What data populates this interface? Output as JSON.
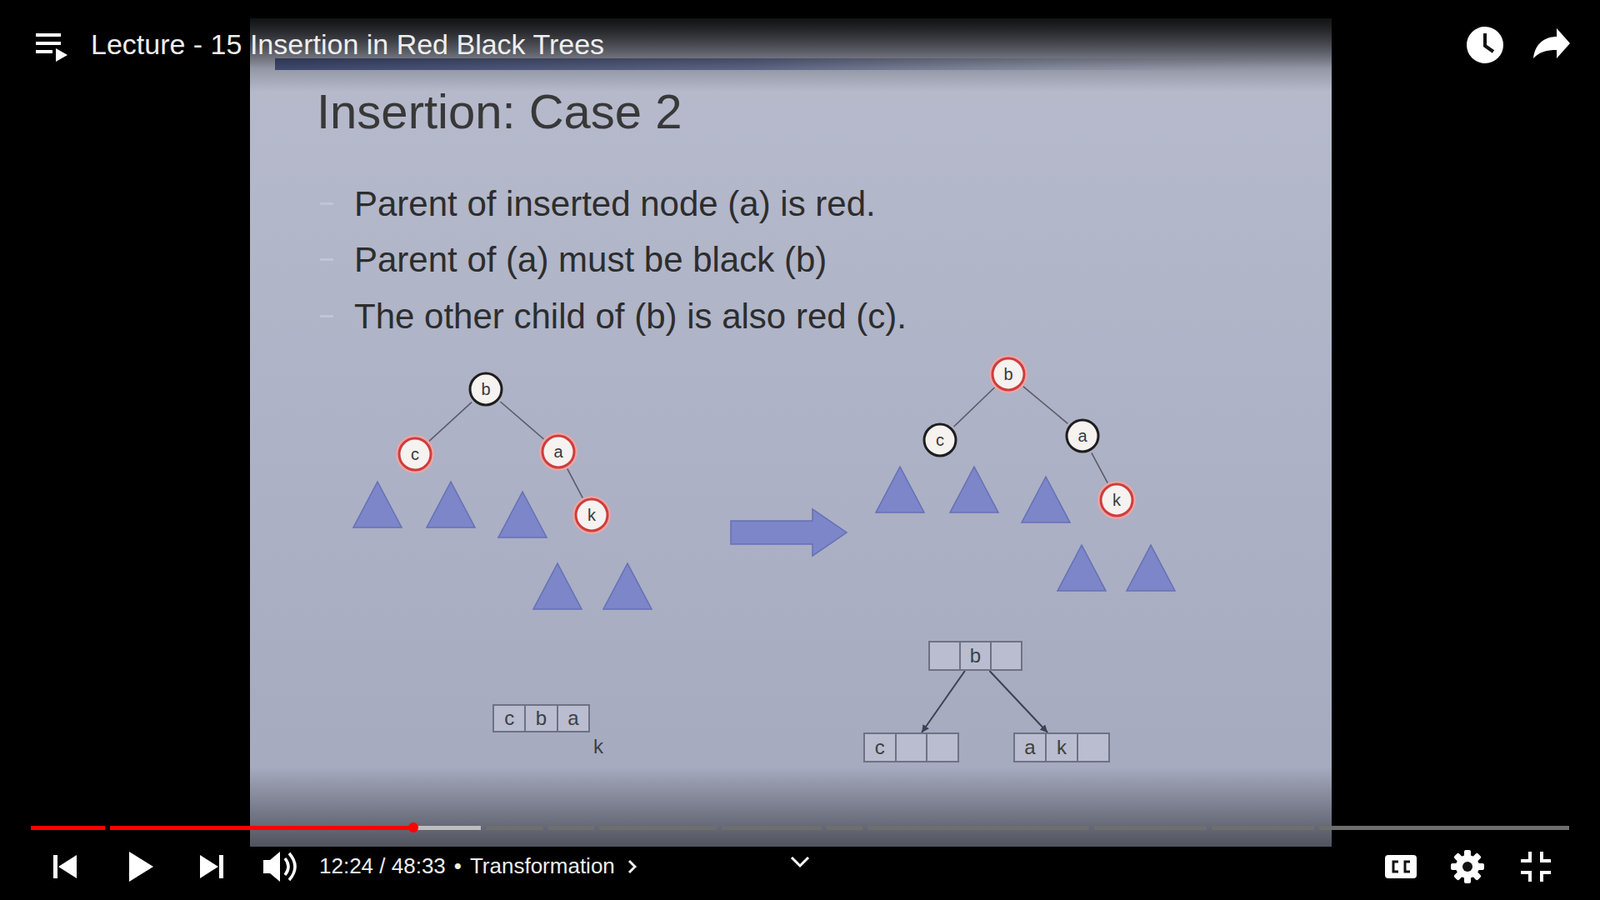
{
  "diagram": {
    "title": "Insertion: Case 2",
    "nodes": [
      {
        "text": [
          "b"
        ]
      },
      {
        "text": [
          "c"
        ]
      },
      {
        "text": [
          "a"
        ]
      },
      {
        "text": [
          "k"
        ]
      },
      {
        "text": [
          "b"
        ]
      },
      {
        "text": [
          "c"
        ]
      },
      {
        "text": [
          "a"
        ]
      },
      {
        "text": [
          "k"
        ]
      },
      {
        "text": [
          "c",
          "b",
          "a"
        ]
      },
      {
        "text": [
          "b"
        ]
      },
      {
        "text": [
          "c"
        ]
      },
      {
        "text": [
          "a",
          "k"
        ]
      }
    ],
    "edges": [
      {
        "from": 0,
        "to": 1,
        "arrow": "none"
      },
      {
        "from": 0,
        "to": 2,
        "arrow": "none"
      },
      {
        "from": 2,
        "to": 3,
        "arrow": "none"
      },
      {
        "from": 4,
        "to": 5,
        "arrow": "none"
      },
      {
        "from": 4,
        "to": 6,
        "arrow": "none"
      },
      {
        "from": 6,
        "to": 7,
        "arrow": "none"
      },
      {
        "from": 9,
        "to": 10,
        "arrow": "to"
      },
      {
        "from": 9,
        "to": 11,
        "arrow": "to"
      }
    ],
    "labels": [
      "Lecture - 15 Insertion in Red Black Trees",
      "Parent of inserted node (a) is red.",
      "Parent of (a) must be black (b)",
      "The other child of (b) is also red (c).",
      "k",
      "12:24 / 48:33",
      "•",
      "Transformation"
    ]
  }
}
